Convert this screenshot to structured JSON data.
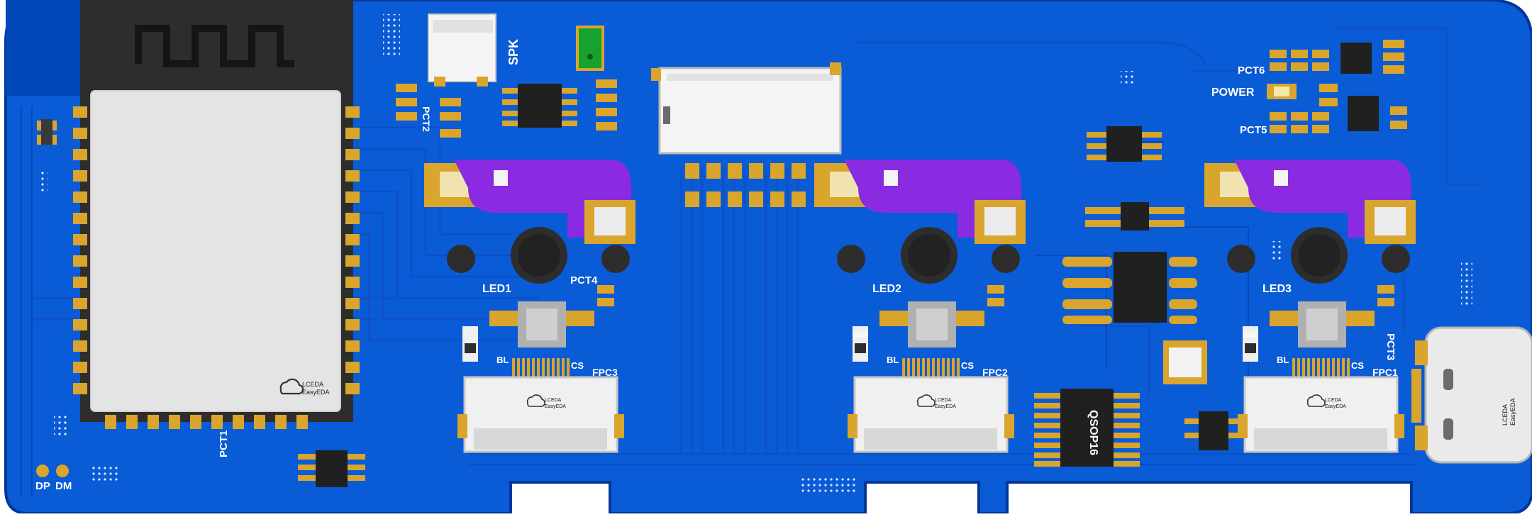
{
  "board": {
    "colors": {
      "copper_fill": "#0a5bd6",
      "copper_dark": "#0047b8",
      "edge_dark": "#04369a",
      "pad_gold": "#d9a52c",
      "module_shield": "#e4e4e4",
      "module_antenna": "#2d2d2d",
      "button_body": "#8a2be2",
      "connector_white": "#f4f4f4",
      "ic_black": "#202020",
      "green_part": "#16a22e"
    },
    "silkscreen": {
      "spk": "SPK",
      "pct2": "PCT2",
      "pct4": "PCT4",
      "pct1": "PCT1",
      "pct3": "PCT3",
      "pct5": "PCT5",
      "pct6": "PCT6",
      "power": "POWER",
      "led1": "LED1",
      "led2": "LED2",
      "led3": "LED3",
      "fpc1": "FPC1",
      "fpc2": "FPC2",
      "fpc3": "FPC3",
      "bl": "BL",
      "cs": "CS",
      "gnd": "GND",
      "dp": "DP",
      "dm": "DM",
      "qsop": "QSOP16"
    },
    "logo": {
      "line1": "LCEDA",
      "line2": "EasyEDA"
    }
  }
}
